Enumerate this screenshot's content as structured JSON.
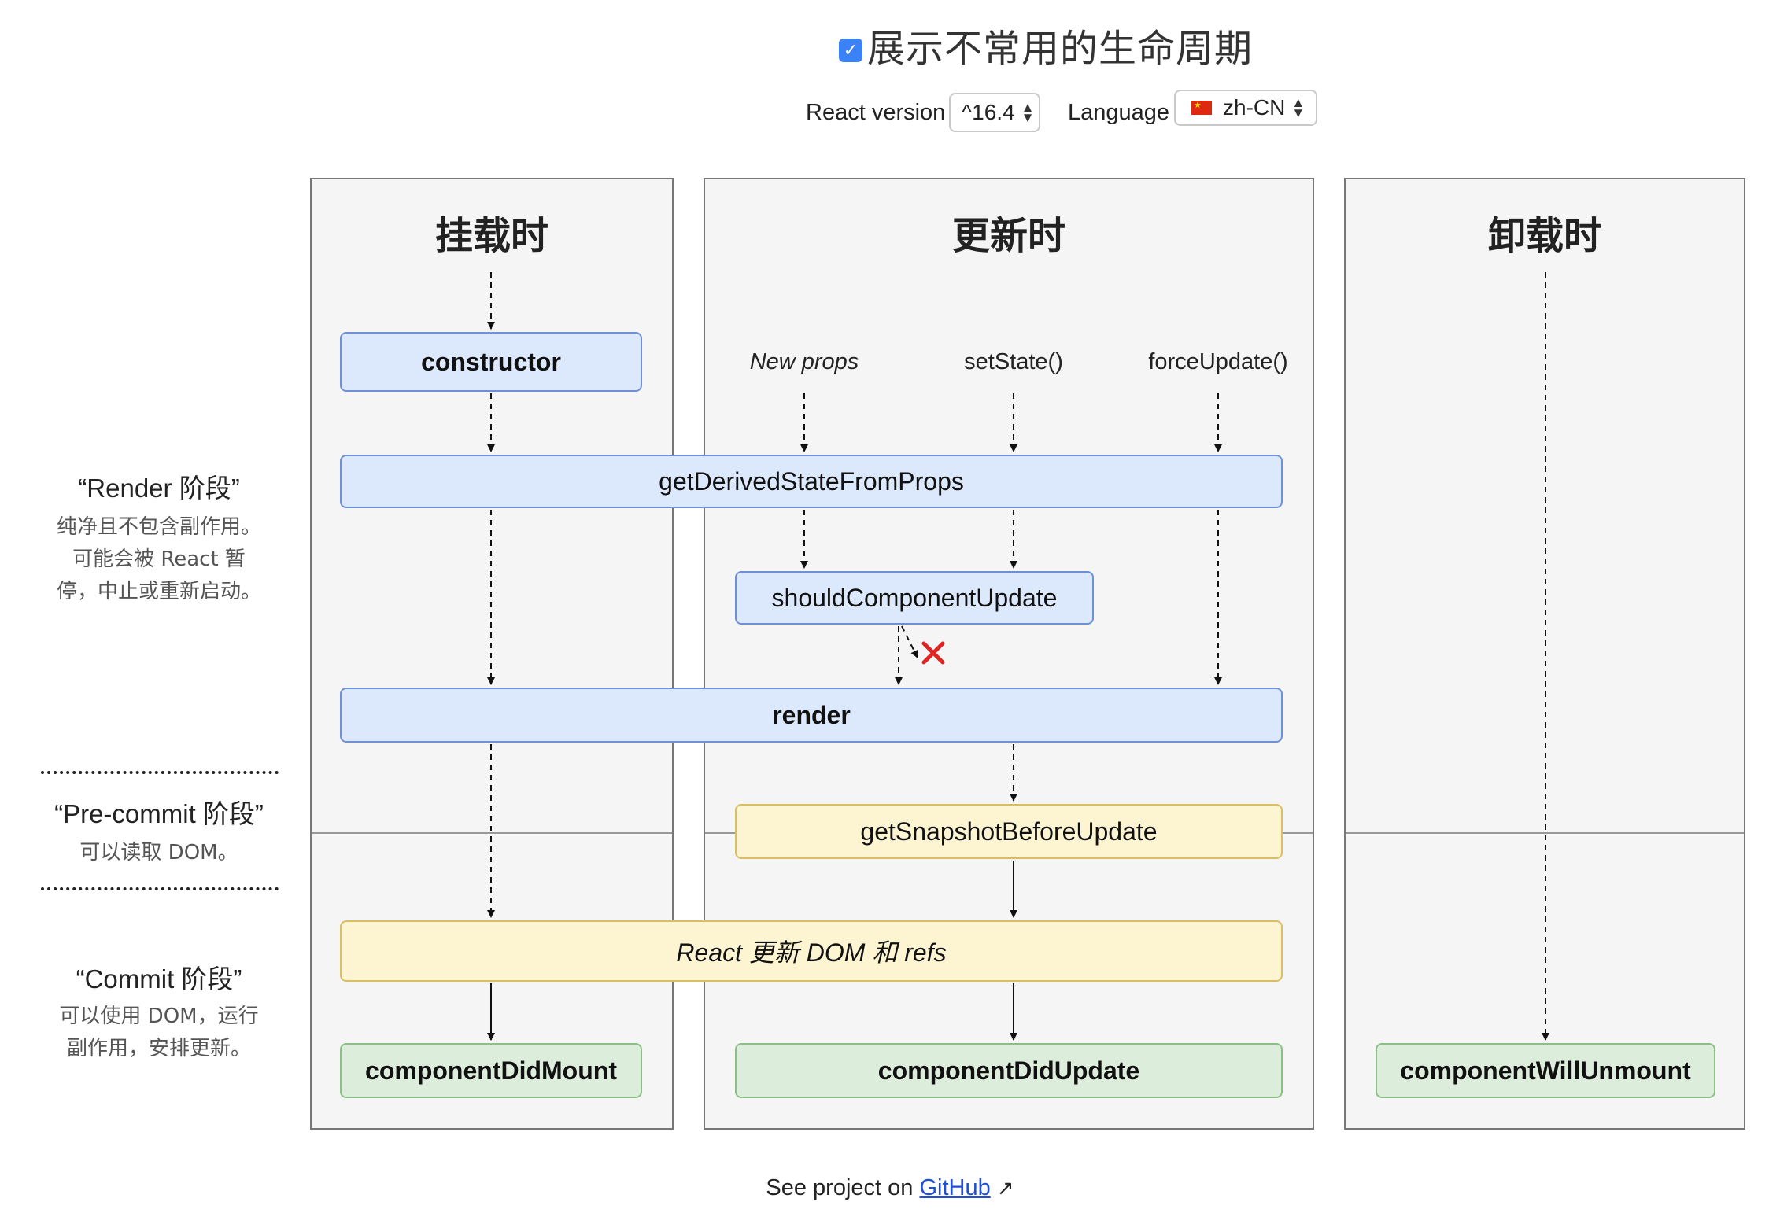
{
  "header": {
    "title": "展示不常用的生命周期",
    "react_version_label": "React version",
    "react_version_value": "^16.4",
    "language_label": "Language",
    "language_value": "zh-CN"
  },
  "columns": {
    "mount": "挂载时",
    "update": "更新时",
    "unmount": "卸载时"
  },
  "triggers": {
    "new_props": "New props",
    "set_state": "setState()",
    "force_update": "forceUpdate()"
  },
  "methods": {
    "constructor": "constructor",
    "get_derived_state": "getDerivedStateFromProps",
    "should_update": "shouldComponentUpdate",
    "render": "render",
    "get_snapshot": "getSnapshotBeforeUpdate",
    "react_updates_dom": "React 更新 DOM 和 refs",
    "did_mount": "componentDidMount",
    "did_update": "componentDidUpdate",
    "will_unmount": "componentWillUnmount"
  },
  "phases": {
    "render_title": "“Render 阶段”",
    "render_desc_1": "纯净且不包含副作用。",
    "render_desc_2": "可能会被 React 暂",
    "render_desc_3": "停，中止或重新启动。",
    "precommit_title": "“Pre-commit 阶段”",
    "precommit_desc": "可以读取 DOM。",
    "commit_title": "“Commit 阶段”",
    "commit_desc_1": "可以使用 DOM，运行",
    "commit_desc_2": "副作用，安排更新。"
  },
  "footer": {
    "prefix": "See project on",
    "link": "GitHub"
  },
  "colors": {
    "render_phase_box": "#dce8fb",
    "precommit_box": "#fdf4d2",
    "commit_box": "#dceedb",
    "checkbox": "#3b82f6",
    "cancel_mark": "#e02424"
  }
}
